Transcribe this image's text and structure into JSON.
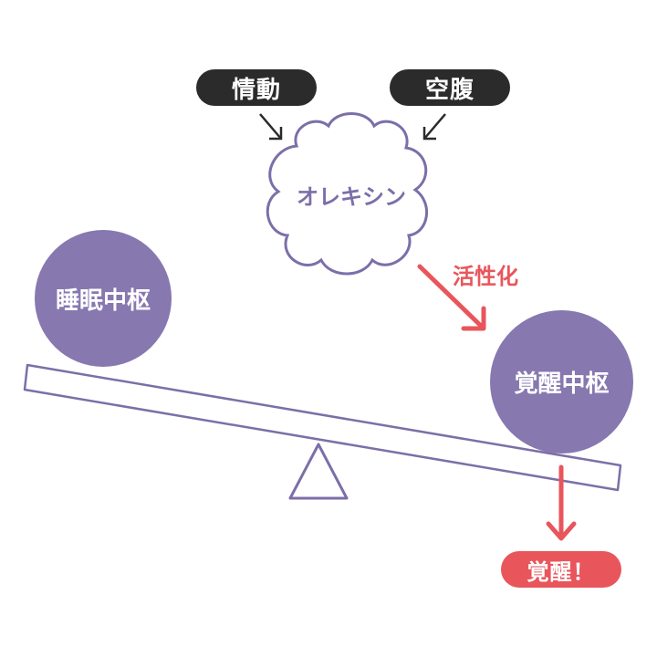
{
  "inputs": {
    "emotion": "情動",
    "hunger": "空腹"
  },
  "center": {
    "label": "オレキシン"
  },
  "action": {
    "label": "活性化"
  },
  "sleep_center": {
    "label": "睡眠中枢"
  },
  "wake_center": {
    "label": "覚醒中枢"
  },
  "result": {
    "label": "覚醒！"
  },
  "colors": {
    "dark": "#2b2b2b",
    "purple": "#8778b0",
    "outline": "#7c6fa8",
    "red": "#e8565c"
  }
}
